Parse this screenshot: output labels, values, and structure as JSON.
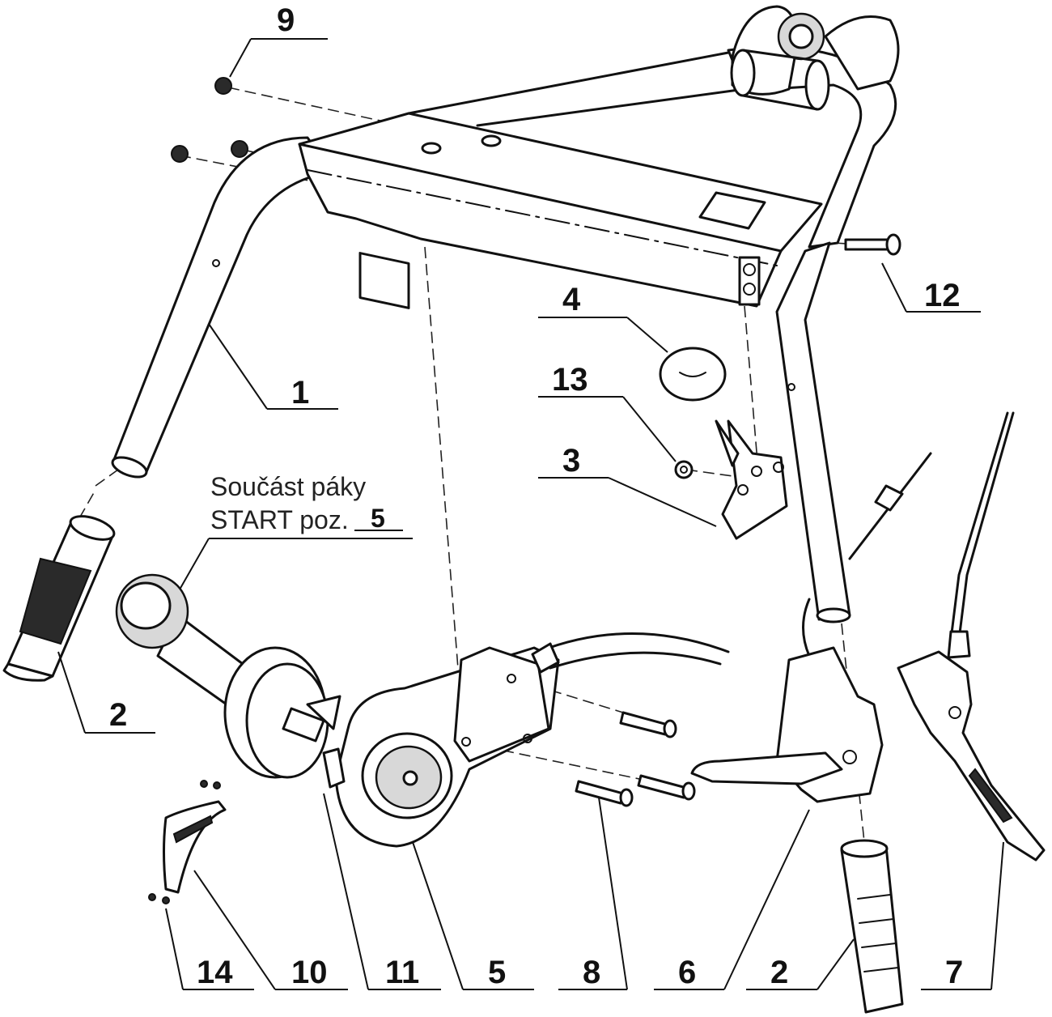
{
  "callouts": [
    {
      "id": "1",
      "label": "1"
    },
    {
      "id": "2a",
      "label": "2"
    },
    {
      "id": "2b",
      "label": "2"
    },
    {
      "id": "3",
      "label": "3"
    },
    {
      "id": "4",
      "label": "4"
    },
    {
      "id": "5",
      "label": "5"
    },
    {
      "id": "6",
      "label": "6"
    },
    {
      "id": "7",
      "label": "7"
    },
    {
      "id": "8",
      "label": "8"
    },
    {
      "id": "9",
      "label": "9"
    },
    {
      "id": "10",
      "label": "10"
    },
    {
      "id": "11",
      "label": "11"
    },
    {
      "id": "12",
      "label": "12"
    },
    {
      "id": "13",
      "label": "13"
    },
    {
      "id": "14",
      "label": "14"
    }
  ],
  "note": {
    "line1": "Součást páky",
    "line2": "START poz.",
    "ref": "5"
  }
}
